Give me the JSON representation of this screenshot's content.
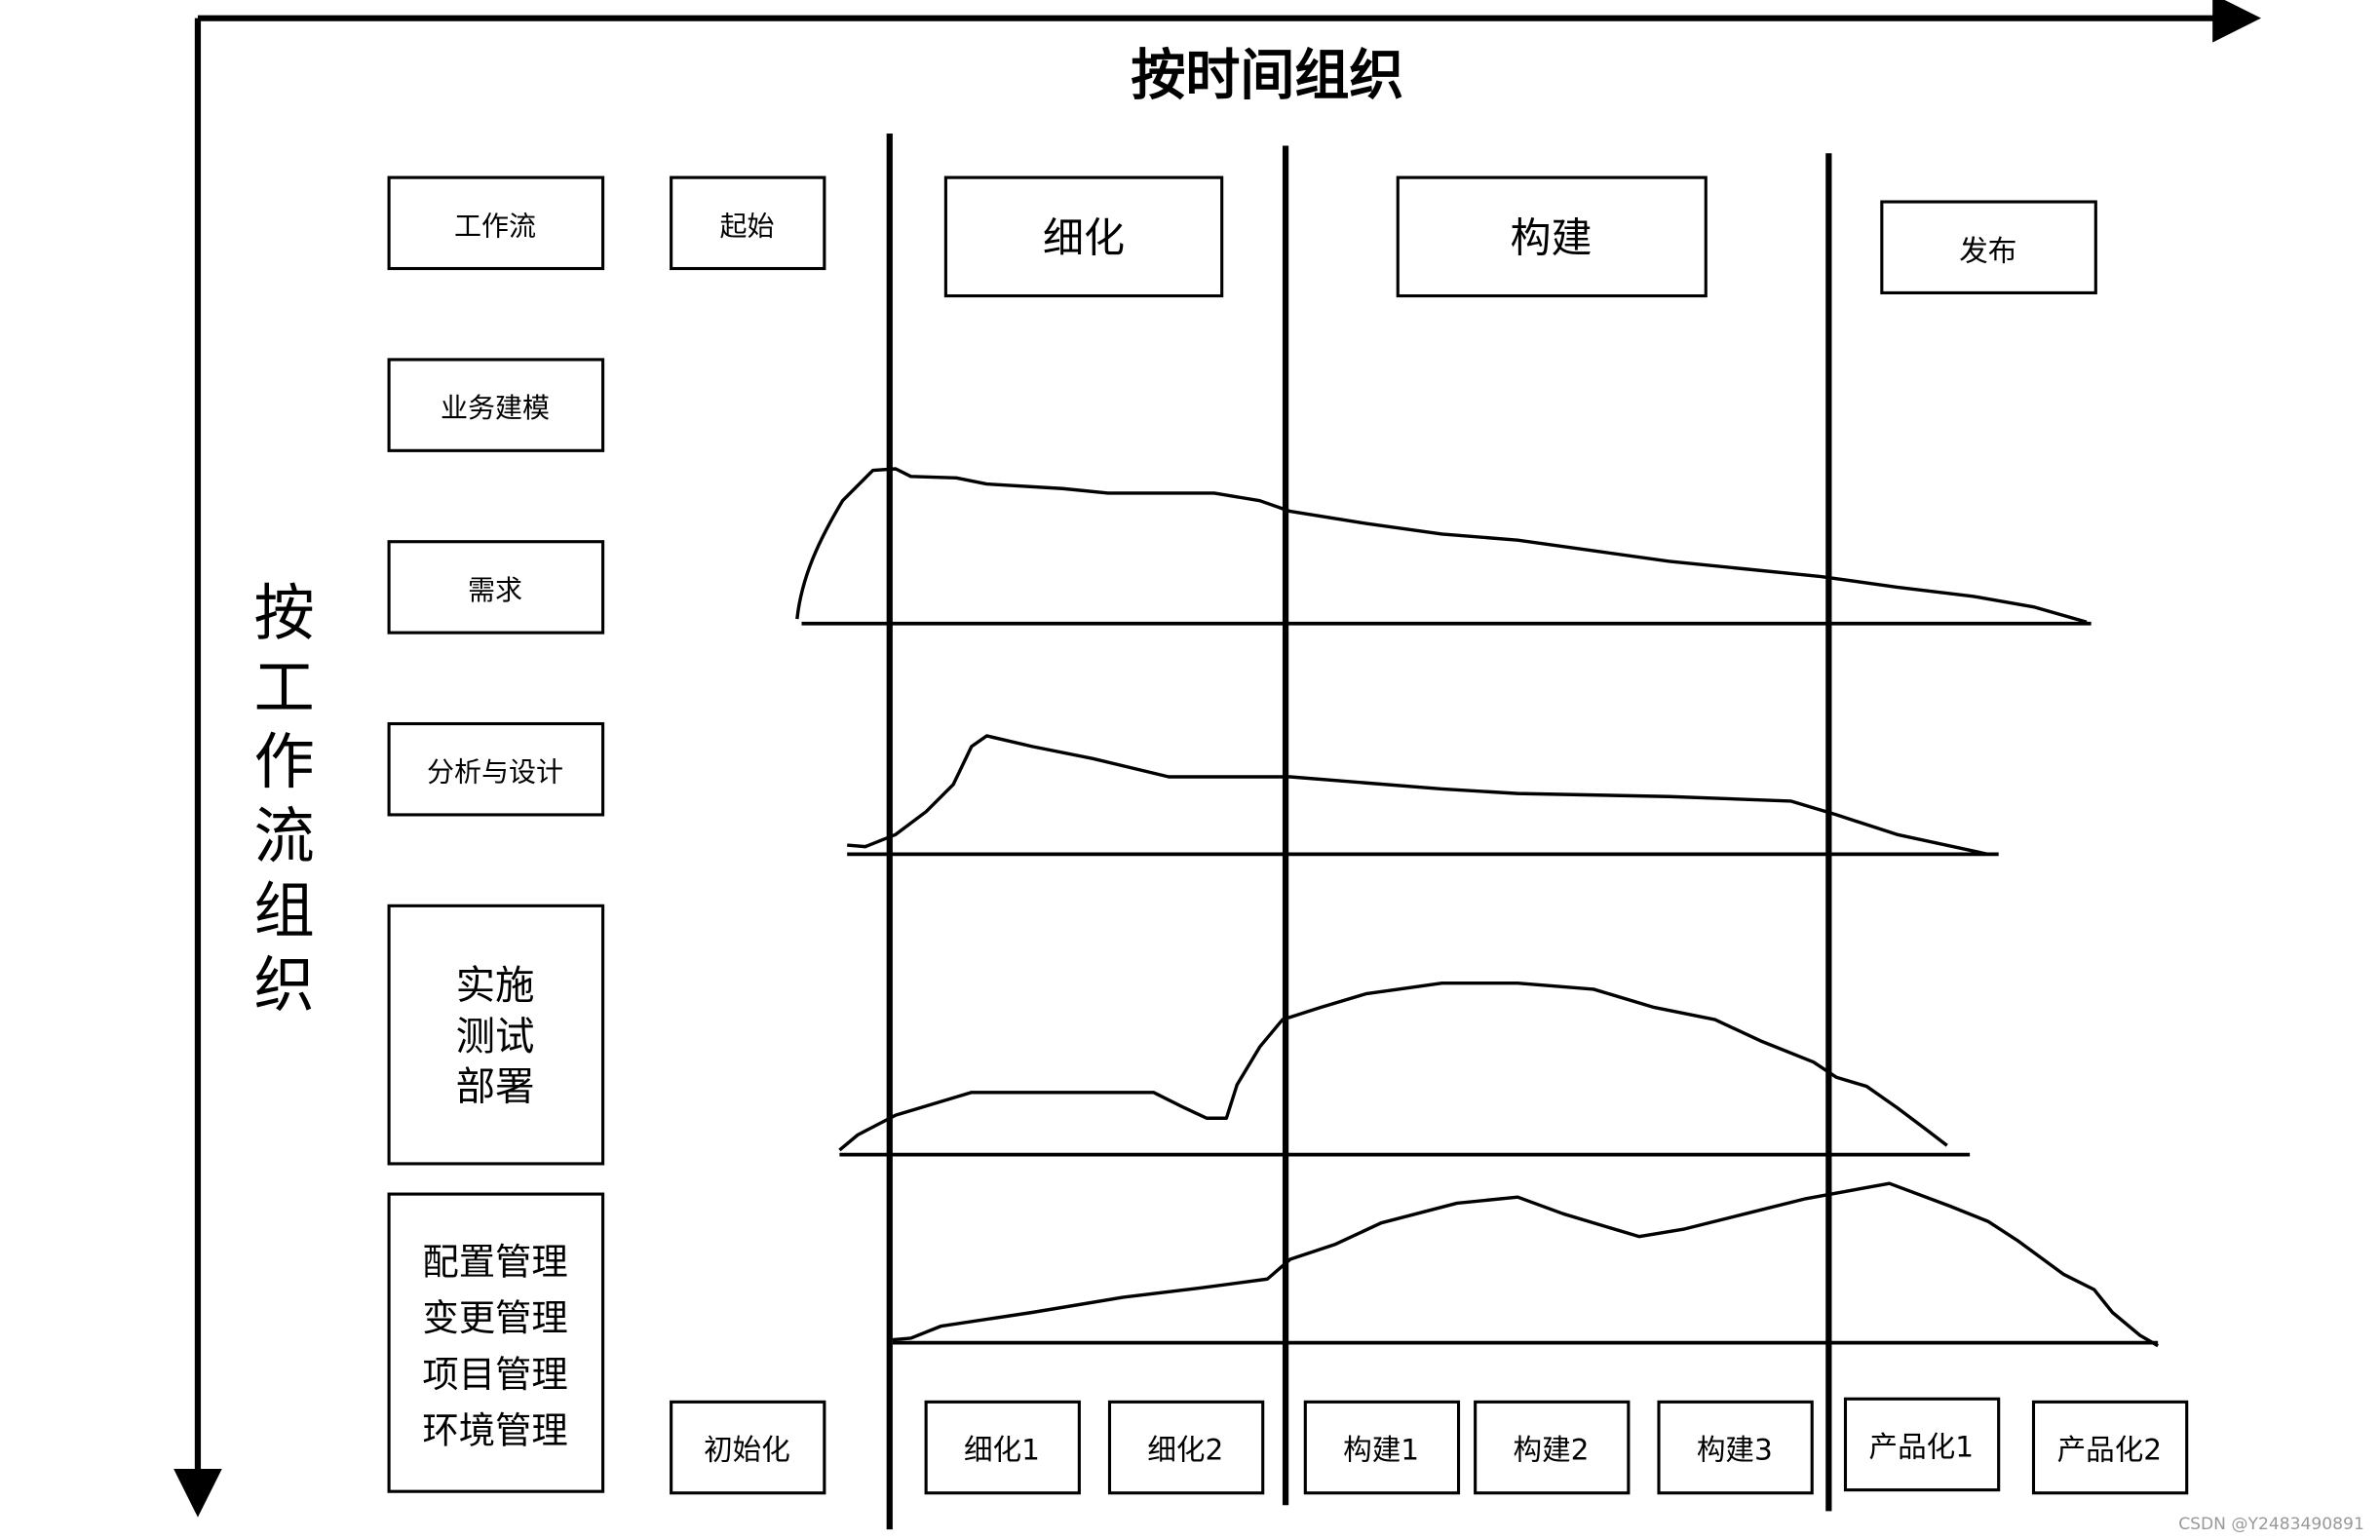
{
  "title_time": "按时间组织",
  "title_workflow": "按工作流组织",
  "header": {
    "workflow": "工作流",
    "inception": "起始",
    "elaboration": "细化",
    "construction": "构建",
    "transition": "发布"
  },
  "workflows": [
    "业务建模",
    "需求",
    "分析与设计",
    [
      "实施",
      "测试",
      "部署"
    ],
    [
      "配置管理",
      "变更管理",
      "项目管理",
      "环境管理"
    ]
  ],
  "iterations": [
    "初始化",
    "细化1",
    "细化2",
    "构建1",
    "构建2",
    "构建3",
    "产品化1",
    "产品化2"
  ],
  "watermark": "CSDN @Y2483490891"
}
